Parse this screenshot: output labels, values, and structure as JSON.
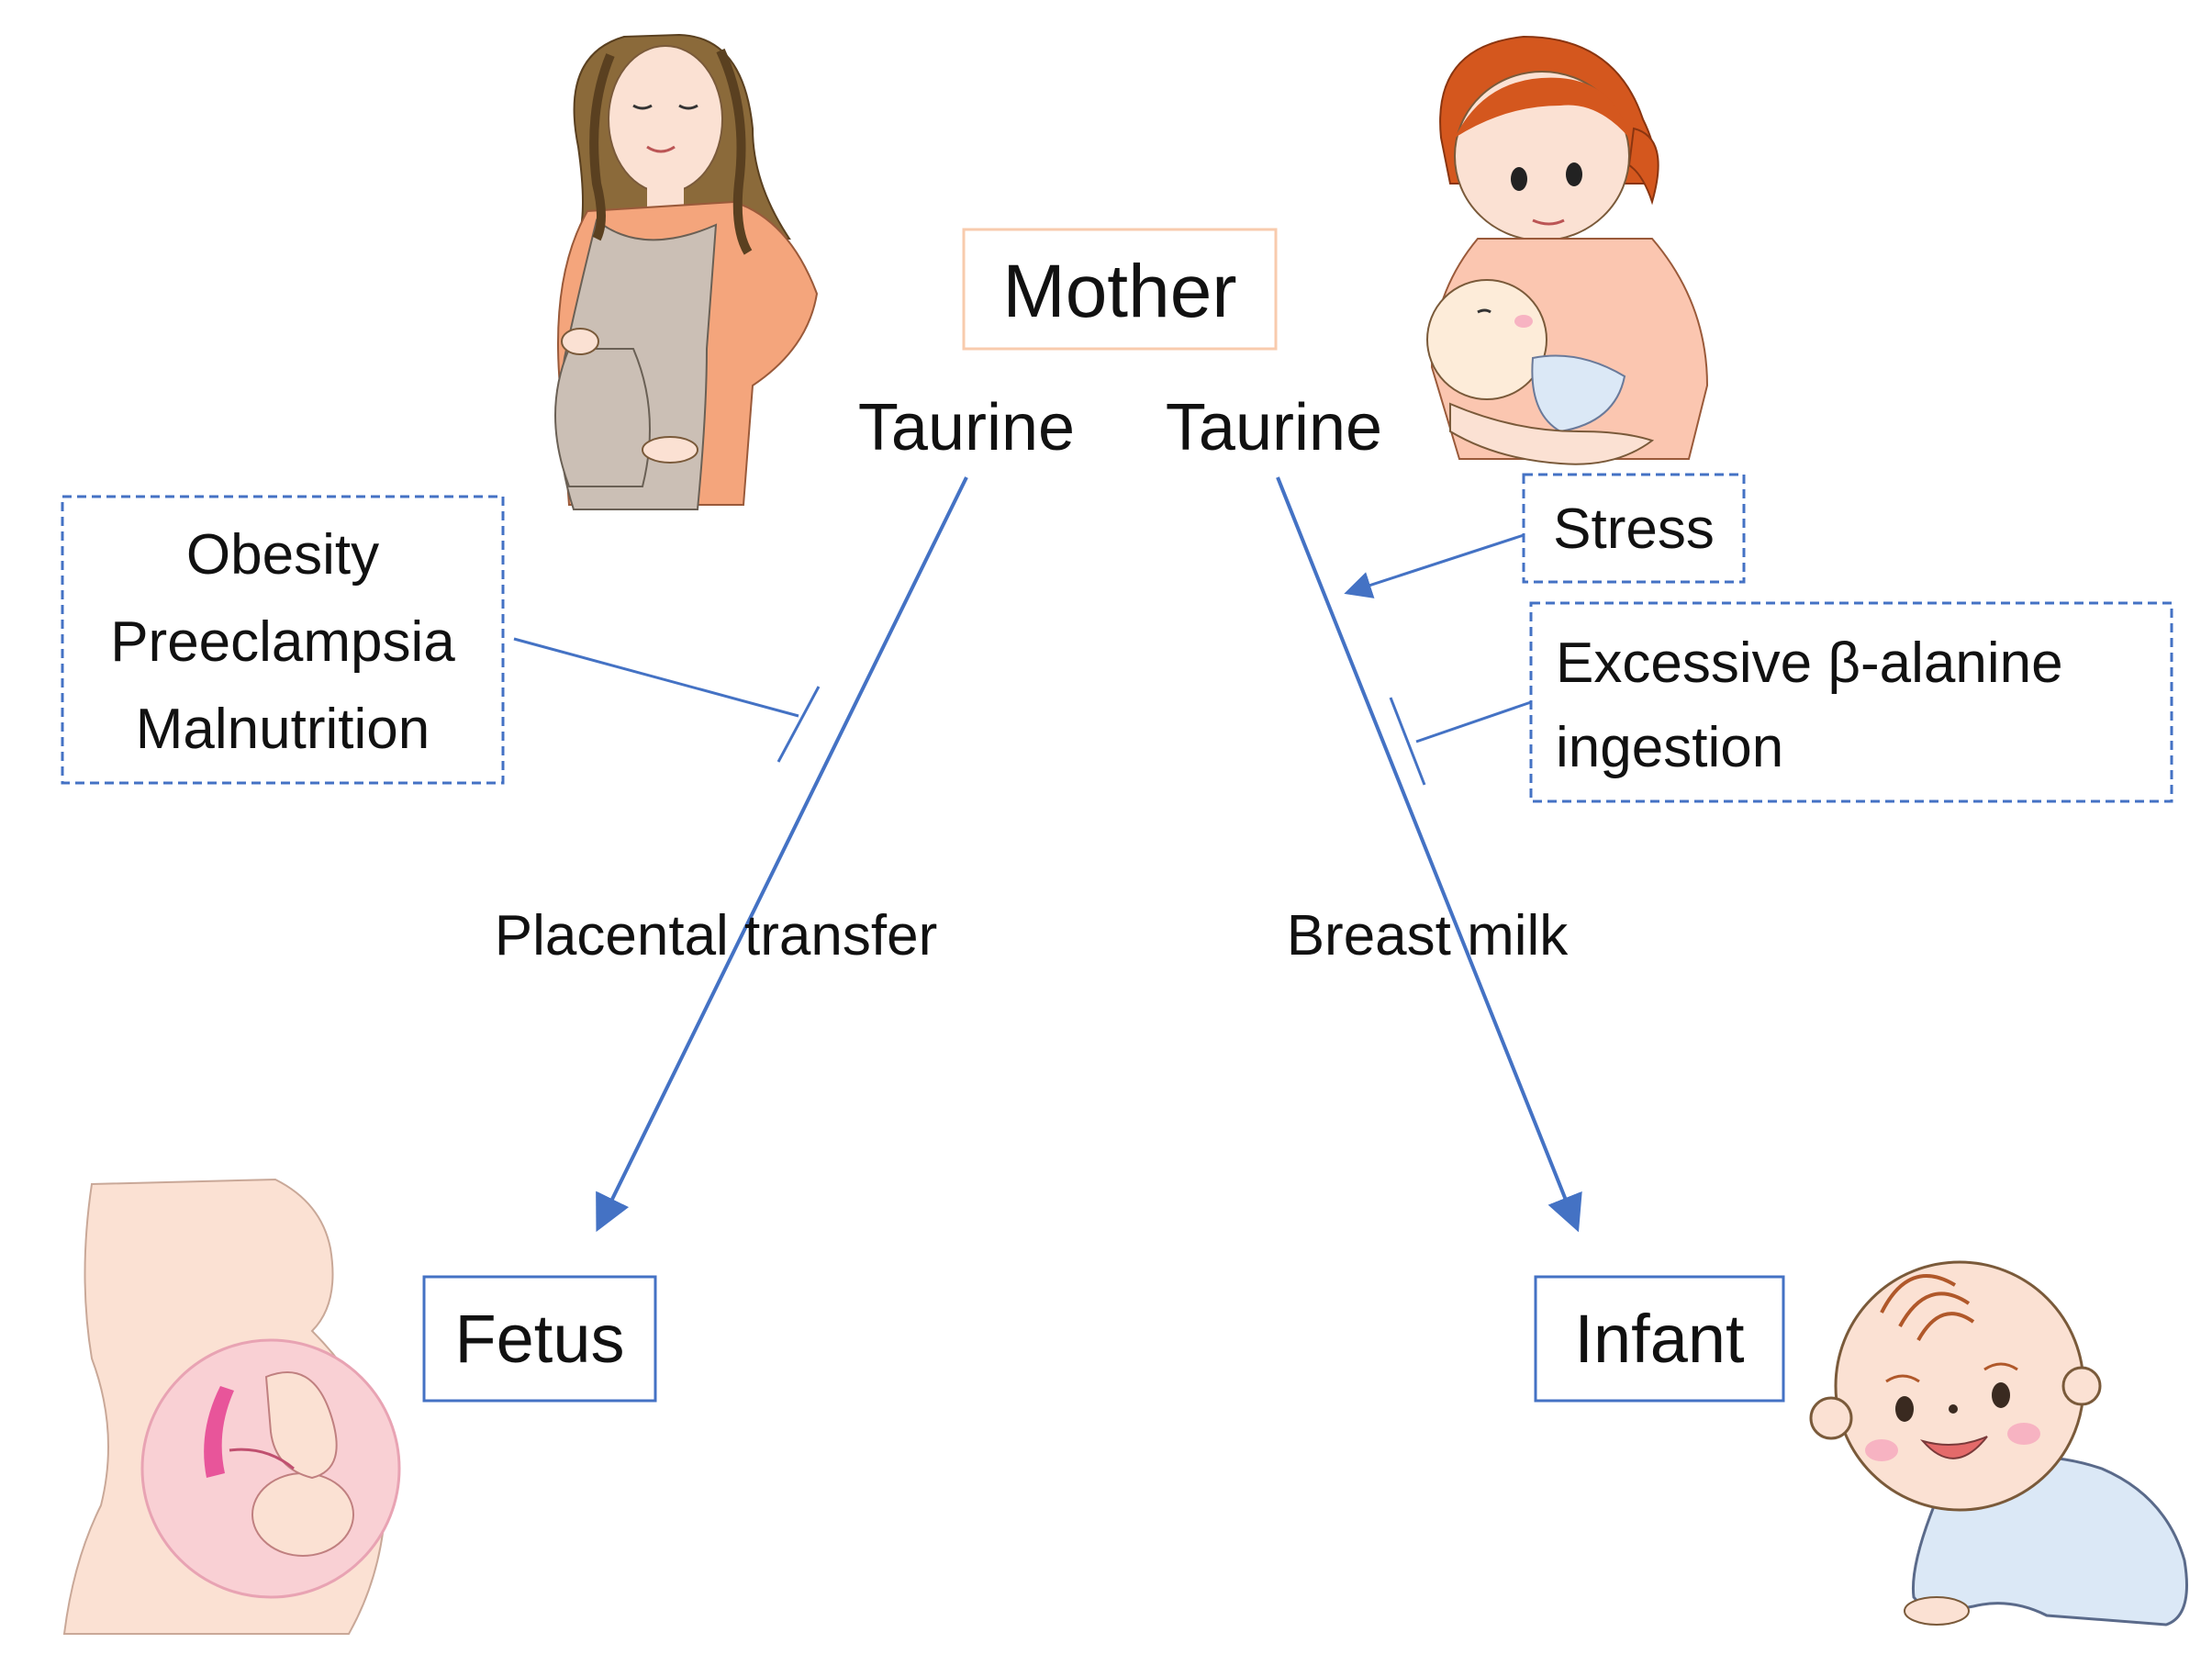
{
  "mother": {
    "label": "Mother"
  },
  "taurine_left": {
    "label": "Taurine"
  },
  "taurine_right": {
    "label": "Taurine"
  },
  "left_factors": {
    "lines": [
      "Obesity",
      "Preeclampsia",
      "Malnutrition"
    ]
  },
  "stress": {
    "label": "Stress"
  },
  "beta_alanine": {
    "lines": [
      "Excessive β-alanine",
      "ingestion"
    ]
  },
  "placental_transfer": {
    "label": "Placental transfer"
  },
  "breast_milk": {
    "label": "Breast milk"
  },
  "fetus": {
    "label": "Fetus"
  },
  "infant": {
    "label": "Infant"
  },
  "colors": {
    "arrow": "#4472c4",
    "mother_box_border": "#f8cbad",
    "factor_box_border": "#4472c4",
    "skin": "#fbe1d3",
    "cardigan": "#f4a57c",
    "dress": "#cbbfb5",
    "hair_brown": "#8b6a3a",
    "hair_orange": "#d4571e",
    "baby_suit": "#dbe8f6",
    "placenta": "#e8559a"
  },
  "icons": [
    "pregnant-woman-icon",
    "breastfeeding-mother-icon",
    "fetus-in-womb-icon",
    "crawling-baby-icon"
  ]
}
